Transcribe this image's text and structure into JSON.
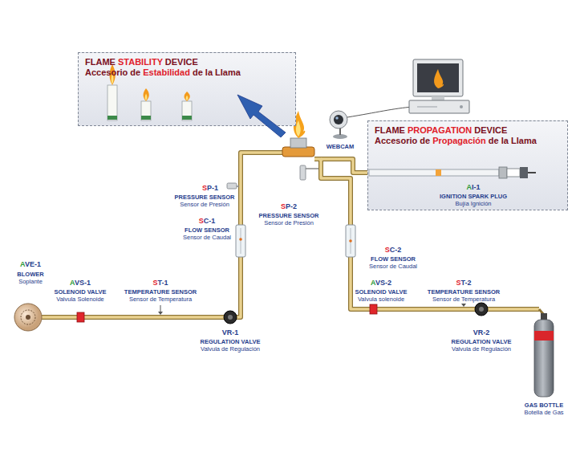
{
  "diagram": {
    "nodes": [
      {
        "text": [
          "FLAME STABILITY DEVICE",
          "Accesorio de Estabilidad de la Llama"
        ]
      },
      {
        "text": [
          "FLAME PROPAGATION DEVICE",
          "Accesorio de Propagación de la Llama"
        ]
      }
    ],
    "labels": [
      "AVE-1",
      "BLOWER",
      "Soplante",
      "AVS-1",
      "SOLENOID VALVE",
      "Valvula Solenoide",
      "ST-1",
      "TEMPERATURE SENSOR",
      "Sensor de Temperatura",
      "VR-1",
      "REGULATION VALVE",
      "Valvula de Regulación",
      "SC-1",
      "FLOW SENSOR",
      "Sensor de Caudal",
      "SP-1",
      "PRESSURE SENSOR",
      "Sensor de Presión",
      "SP-2",
      "PRESSURE SENSOR",
      "Sensor de Presión",
      "SC-2",
      "FLOW SENSOR",
      "Sensor de Caudal",
      "AVS-2",
      "SOLENOID VALVE",
      "Valvula solenoide",
      "ST-2",
      "TEMPERATURE SENSOR",
      "Sensor de Temperatura",
      "VR-2",
      "REGULATION VALVE",
      "Valvula de Regulación",
      "GAS BOTTLE",
      "Botella de Gas",
      "WEBCAM",
      "AI-1",
      "IGNITION SPARK PLUG",
      "Bujía Ignición"
    ]
  }
}
